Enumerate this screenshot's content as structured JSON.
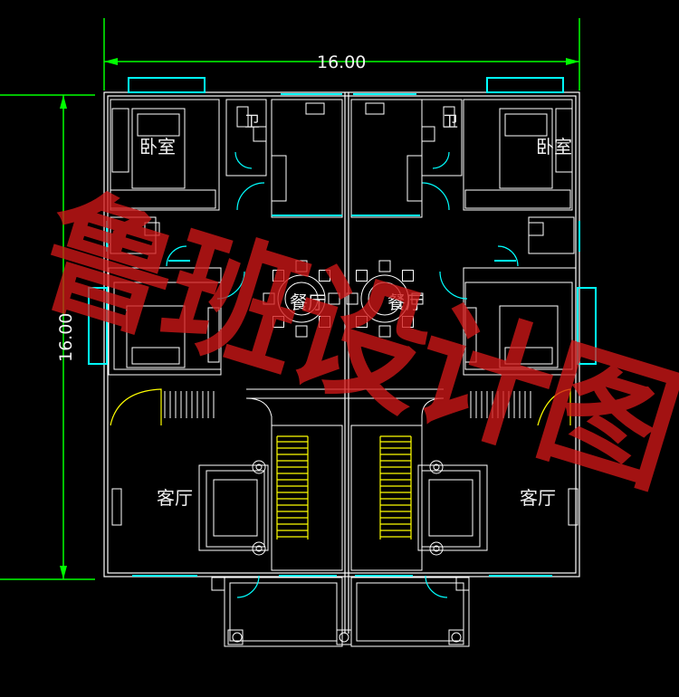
{
  "dimensions": {
    "width_label": "16.00",
    "height_label": "16.00"
  },
  "rooms": {
    "bedroom_top_left": "卧室",
    "bedroom_top_right": "卧室",
    "bath_left": "卫",
    "bath_right": "卫",
    "dining_left": "餐厅",
    "dining_right": "餐厅",
    "living_left": "客厅",
    "living_right": "客厅"
  },
  "watermark": "鲁班设计图",
  "colors": {
    "background": "#000000",
    "walls": "#ffffff",
    "dimension": "#00ff00",
    "windows": "#00ffff",
    "stairs": "#ffff00",
    "watermark": "#d01818"
  }
}
